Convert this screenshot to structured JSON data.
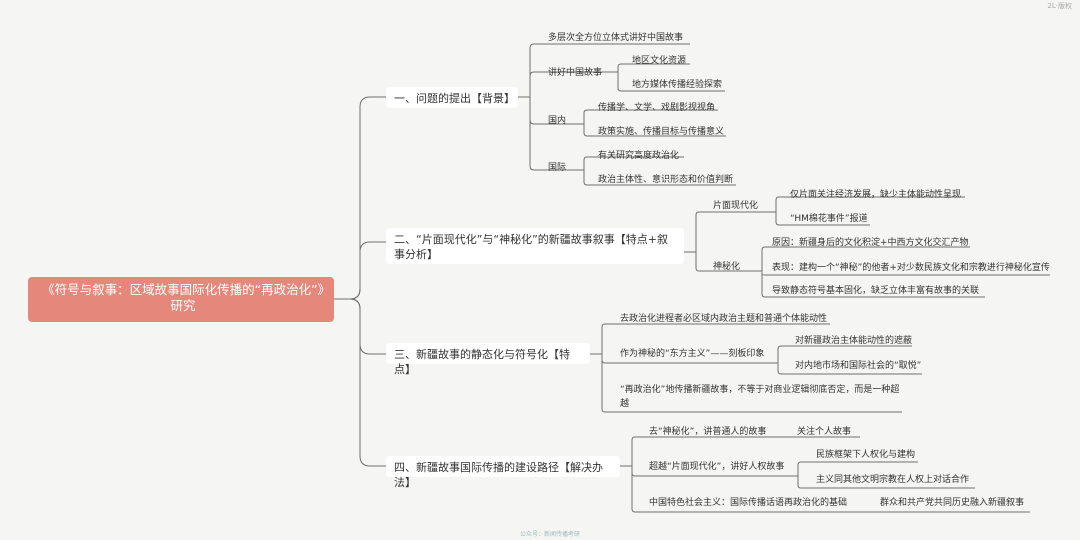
{
  "root": {
    "title": "《符号与叙事：区域故事国际化传播的“再政治化”》研究"
  },
  "branches": [
    {
      "label": "一、问题的提出【背景】"
    },
    {
      "label": "二、“片面现代化”与“神秘化”的新疆故事叙事【特点+叙事分析】"
    },
    {
      "label": "三、新疆故事的静态化与符号化【特点】"
    },
    {
      "label": "四、新疆故事国际传播的建设路径【解决办法】"
    }
  ],
  "b1": {
    "item1": "多层次全方位立体式讲好中国故事",
    "story": "讲好中国故事",
    "story_children": [
      "地区文化资源",
      "地方媒体传播经验探索"
    ],
    "domestic": "国内",
    "domestic_children": [
      "传播学、文学、戏剧影视视角",
      "政策实施、传播目标与传播意义"
    ],
    "intl": "国际",
    "intl_children": [
      "有关研究高度政治化",
      "政治主体性、意识形态和价值判断"
    ]
  },
  "b2": {
    "partial": "片面现代化",
    "partial_children": [
      "仅片面关注经济发展，缺少主体能动性呈现",
      "“HM棉花事件”报道"
    ],
    "mystic": "神秘化",
    "mystic_children": [
      "原因：新疆身后的文化积淀+中西方文化交汇产物",
      "表现：建构一个“神秘”的他者+对少数民族文化和宗教进行神秘化宣传",
      "导致静态符号基本固化，缺乏立体丰富有故事的关联"
    ]
  },
  "b3": {
    "item1": "去政治化进程者必区域内政治主题和普通个体能动性",
    "oriental": "作为神秘的“东方主义”——刻板印象",
    "oriental_children": [
      "对新疆政治主体能动性的遮蔽",
      "对内地市场和国际社会的“取悦”"
    ],
    "item3": "“再政治化”地传播新疆故事，不等于对商业逻辑彻底否定，而是一种超越"
  },
  "b4": {
    "demystify": "去“神秘化”，讲普通人的故事",
    "demystify_child": "关注个人故事",
    "beyond": "超越“片面现代化”，讲好人权故事",
    "beyond_children": [
      "民族框架下人权化与建构",
      "主义同其他文明宗教在人权上对话合作"
    ],
    "socialism": "中国特色社会主义：国际传播话语再政治化的基础",
    "socialism_child": "群众和共产党共同历史融入新疆叙事"
  },
  "colors": {
    "root_bg": "#e5877a",
    "line": "#6f6f6f",
    "bg": "#f5f5f3"
  },
  "top_badge": "2L·版权",
  "footer": "公众号：新闻传播考研"
}
